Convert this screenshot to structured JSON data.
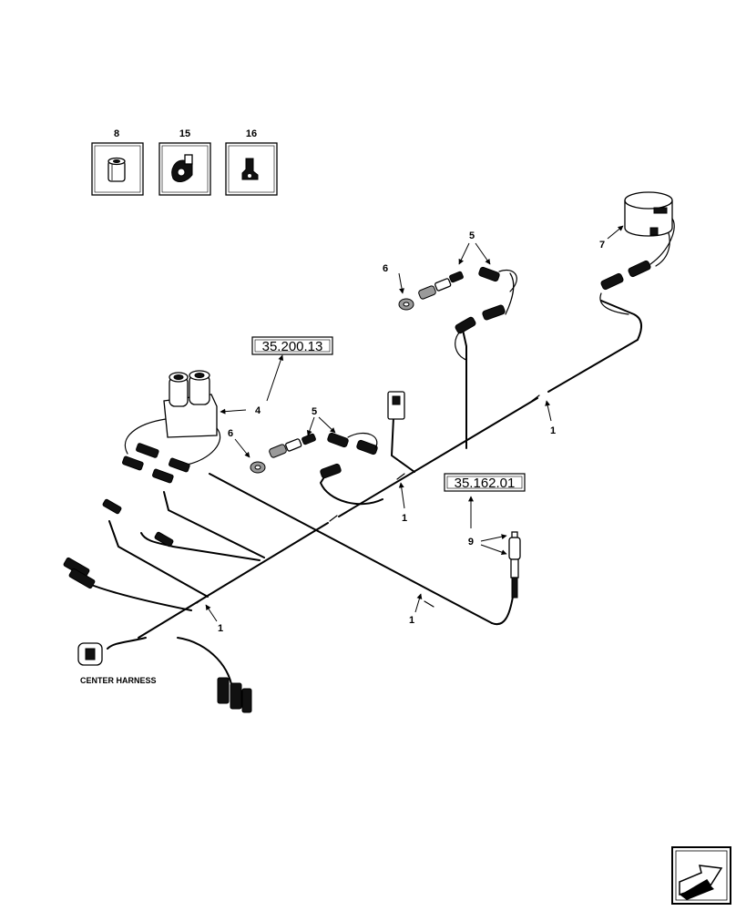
{
  "callouts": {
    "item_1": "1",
    "item_4": "4",
    "item_5": "5",
    "item_6": "6",
    "item_7": "7",
    "item_8": "8",
    "item_9": "9",
    "item_15": "15",
    "item_16": "16"
  },
  "references": {
    "ref_a": "35.200.13",
    "ref_b": "35.162.01"
  },
  "labels": {
    "center_harness": "CENTER HARNESS"
  },
  "icons": {
    "nav": "next-page-arrow-icon"
  }
}
